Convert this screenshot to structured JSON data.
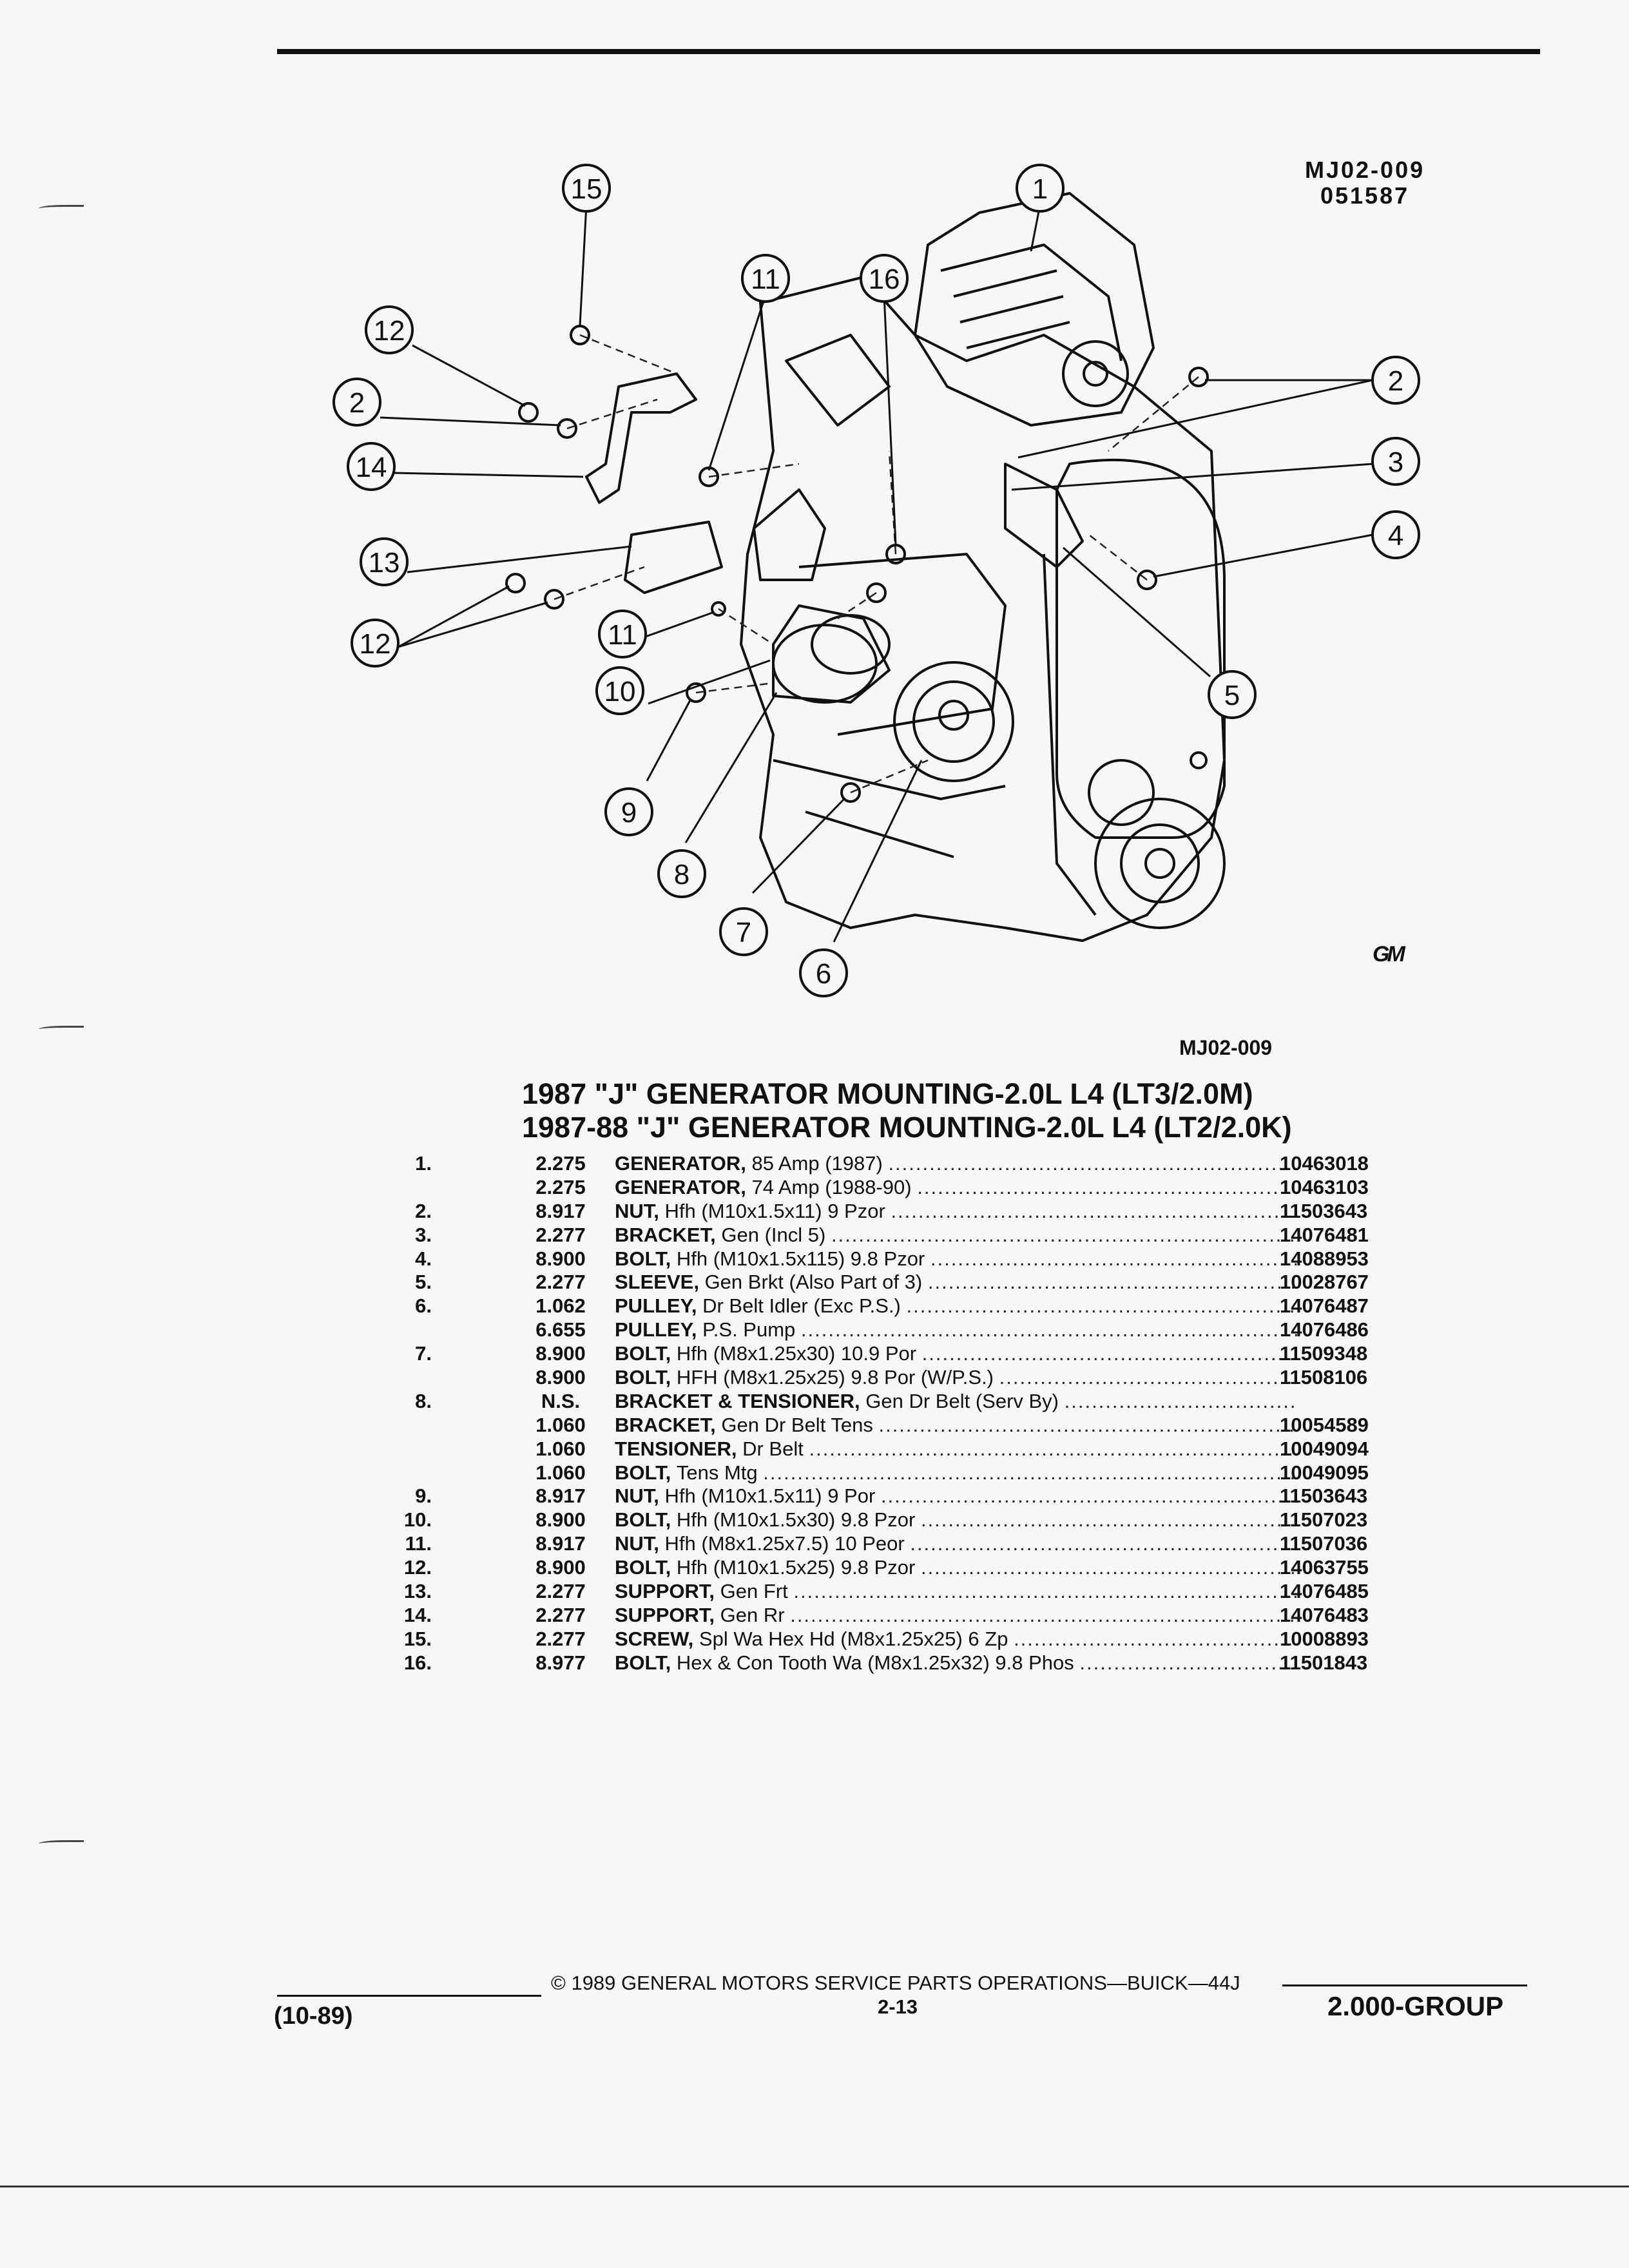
{
  "illustration": {
    "id_line1": "MJ02-009",
    "id_line2": "051587",
    "caption": "MJ02-009",
    "callouts": [
      "15",
      "1",
      "11",
      "16",
      "12",
      "2",
      "14",
      "13",
      "12",
      "11",
      "10",
      "9",
      "8",
      "7",
      "6",
      "5",
      "4",
      "3",
      "2"
    ],
    "logo": "GM"
  },
  "titles": [
    "1987 \"J\" GENERATOR MOUNTING-2.0L L4 (LT3/2.0M)",
    "1987-88 \"J\" GENERATOR MOUNTING-2.0L L4 (LT2/2.0K)"
  ],
  "parts": [
    {
      "idx": "1.",
      "grp": "2.275",
      "name": "GENERATOR,",
      "detail": "85 Amp (1987)",
      "pn": "10463018"
    },
    {
      "idx": "",
      "grp": "2.275",
      "name": "GENERATOR,",
      "detail": "74 Amp (1988-90)",
      "pn": "10463103"
    },
    {
      "idx": "2.",
      "grp": "8.917",
      "name": "NUT,",
      "detail": "Hfh (M10x1.5x11) 9 Pzor",
      "pn": "11503643"
    },
    {
      "idx": "3.",
      "grp": "2.277",
      "name": "BRACKET,",
      "detail": "Gen (Incl 5)",
      "pn": "14076481"
    },
    {
      "idx": "4.",
      "grp": "8.900",
      "name": "BOLT,",
      "detail": "Hfh (M10x1.5x115) 9.8 Pzor",
      "pn": "14088953"
    },
    {
      "idx": "5.",
      "grp": "2.277",
      "name": "SLEEVE,",
      "detail": "Gen Brkt (Also Part of 3)",
      "pn": "10028767"
    },
    {
      "idx": "6.",
      "grp": "1.062",
      "name": "PULLEY,",
      "detail": "Dr Belt Idler (Exc P.S.)",
      "pn": "14076487"
    },
    {
      "idx": "",
      "grp": "6.655",
      "name": "PULLEY,",
      "detail": "P.S. Pump",
      "pn": "14076486"
    },
    {
      "idx": "7.",
      "grp": "8.900",
      "name": "BOLT,",
      "detail": "Hfh (M8x1.25x30) 10.9 Por",
      "pn": "11509348"
    },
    {
      "idx": "",
      "grp": "8.900",
      "name": "BOLT,",
      "detail": "HFH (M8x1.25x25) 9.8 Por (W/P.S.)",
      "pn": "11508106"
    },
    {
      "idx": "8.",
      "grp": "N.S.",
      "name": "BRACKET & TENSIONER,",
      "detail": "Gen Dr Belt (Serv By)",
      "pn": ""
    },
    {
      "idx": "",
      "grp": "1.060",
      "name": "BRACKET,",
      "detail": "Gen Dr Belt Tens",
      "pn": "10054589"
    },
    {
      "idx": "",
      "grp": "1.060",
      "name": "TENSIONER,",
      "detail": "Dr Belt",
      "pn": "10049094"
    },
    {
      "idx": "",
      "grp": "1.060",
      "name": "BOLT,",
      "detail": "Tens Mtg",
      "pn": "10049095"
    },
    {
      "idx": "9.",
      "grp": "8.917",
      "name": "NUT,",
      "detail": "Hfh (M10x1.5x11) 9 Por",
      "pn": "11503643"
    },
    {
      "idx": "10.",
      "grp": "8.900",
      "name": "BOLT,",
      "detail": "Hfh (M10x1.5x30) 9.8 Pzor",
      "pn": "11507023"
    },
    {
      "idx": "11.",
      "grp": "8.917",
      "name": "NUT,",
      "detail": "Hfh (M8x1.25x7.5) 10 Peor",
      "pn": "11507036"
    },
    {
      "idx": "12.",
      "grp": "8.900",
      "name": "BOLT,",
      "detail": "Hfh (M10x1.5x25) 9.8 Pzor",
      "pn": "14063755"
    },
    {
      "idx": "13.",
      "grp": "2.277",
      "name": "SUPPORT,",
      "detail": "Gen Frt",
      "pn": "14076485"
    },
    {
      "idx": "14.",
      "grp": "2.277",
      "name": "SUPPORT,",
      "detail": "Gen Rr",
      "pn": "14076483"
    },
    {
      "idx": "15.",
      "grp": "2.277",
      "name": "SCREW,",
      "detail": "Spl Wa Hex Hd (M8x1.25x25) 6 Zp",
      "pn": "10008893"
    },
    {
      "idx": "16.",
      "grp": "8.977",
      "name": "BOLT,",
      "detail": "Hex & Con Tooth Wa (M8x1.25x32) 9.8 Phos",
      "pn": "11501843"
    }
  ],
  "footer": {
    "copyright": "© 1989 GENERAL MOTORS SERVICE PARTS OPERATIONS—BUICK—44J",
    "page": "2-13",
    "date": "(10-89)",
    "group": "2.000-GROUP"
  }
}
